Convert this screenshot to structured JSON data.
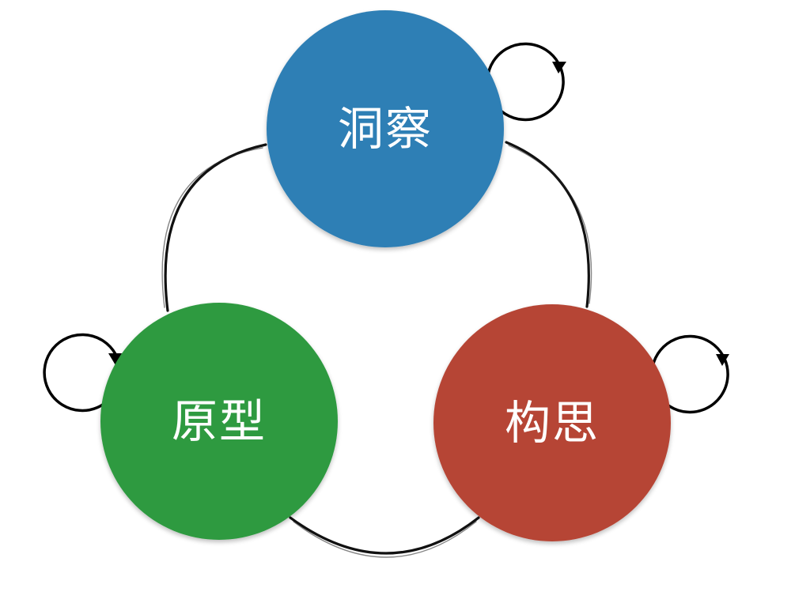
{
  "diagram": {
    "nodes": [
      {
        "id": "insight",
        "label": "洞察",
        "color": "#2f7fb5"
      },
      {
        "id": "ideation",
        "label": "构思",
        "color": "#b64535"
      },
      {
        "id": "prototype",
        "label": "原型",
        "color": "#2e9a40"
      }
    ],
    "connections": [
      {
        "from": "insight",
        "to": "ideation"
      },
      {
        "from": "ideation",
        "to": "prototype"
      },
      {
        "from": "prototype",
        "to": "insight"
      }
    ],
    "self_loops": [
      "insight",
      "ideation",
      "prototype"
    ],
    "colors": {
      "connector": "#111111",
      "loop": "#000000",
      "label_text": "#ffffff"
    }
  }
}
